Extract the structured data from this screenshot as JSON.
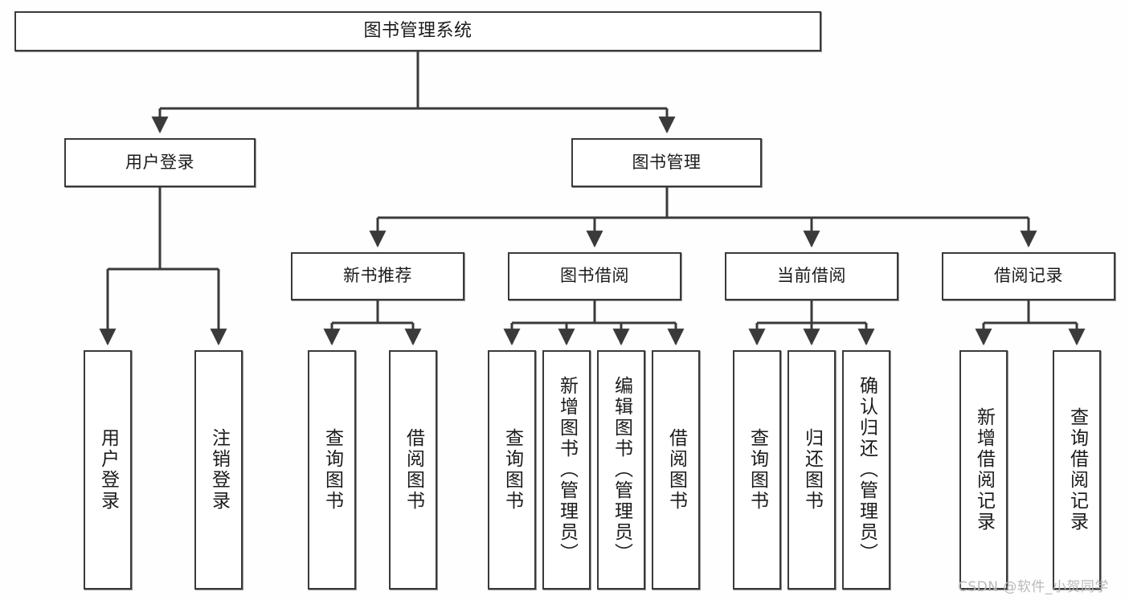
{
  "diagram": {
    "title": "图书管理系统",
    "watermark": "CSDN @软件_小贺同学",
    "colors": {
      "background": "#fefefe",
      "box_fill": "#ffffff",
      "box_border": "#3a3a3a",
      "connector": "#3a3a3a",
      "text": "#1b1b1b",
      "watermark": "#b9b9b9"
    }
  },
  "nodes": {
    "root": {
      "label": "图书管理系统"
    },
    "tier1": [
      {
        "label": "用户登录"
      },
      {
        "label": "图书管理"
      }
    ],
    "tier2": [
      {
        "label": "新书推荐"
      },
      {
        "label": "图书借阅"
      },
      {
        "label": "当前借阅"
      },
      {
        "label": "借阅记录"
      }
    ],
    "leaves": {
      "user_login": [
        {
          "label": "用户登录"
        },
        {
          "label": "注销登录"
        }
      ],
      "new_book_recommend": [
        {
          "label": "查询图书"
        },
        {
          "label": "借阅图书"
        }
      ],
      "book_borrow": [
        {
          "label": "查询图书"
        },
        {
          "label": "新增图书（管理员）"
        },
        {
          "label": "编辑图书（管理员）"
        },
        {
          "label": "借阅图书"
        }
      ],
      "current_borrow": [
        {
          "label": "查询图书"
        },
        {
          "label": "归还图书"
        },
        {
          "label": "确认归还（管理员）"
        }
      ],
      "borrow_record": [
        {
          "label": "新增借阅记录"
        },
        {
          "label": "查询借阅记录"
        }
      ]
    }
  }
}
